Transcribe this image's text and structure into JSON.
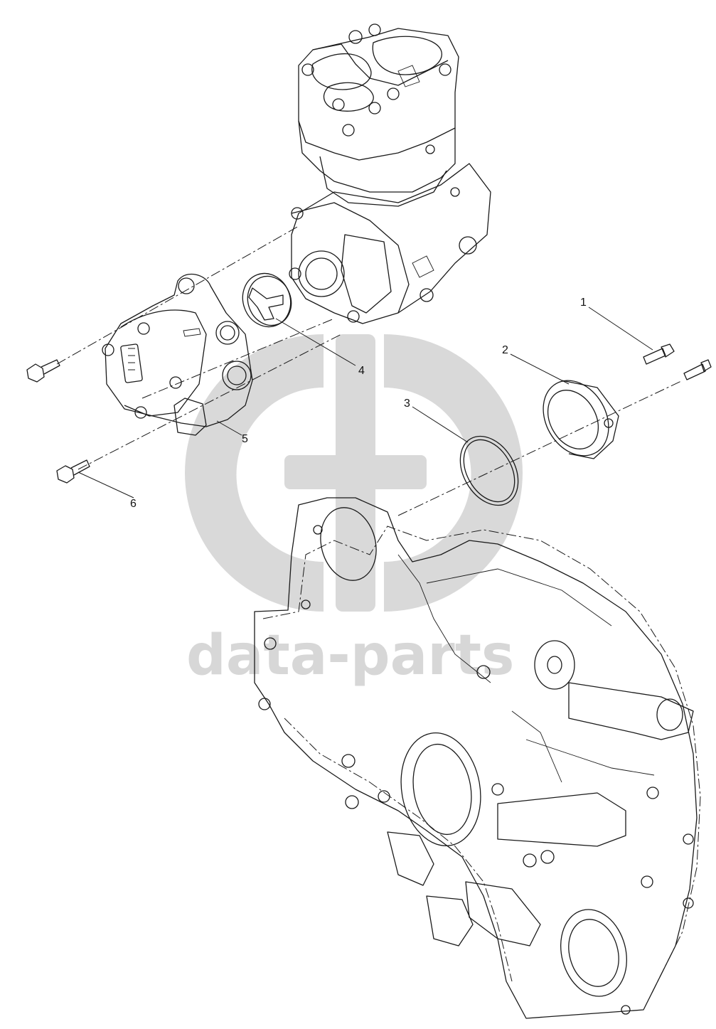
{
  "watermark": {
    "brand_text": "data-parts"
  },
  "callouts": [
    "1",
    "2",
    "3",
    "4",
    "5",
    "6"
  ],
  "colors": {
    "line": "#1a1a1a",
    "watermark": "#d9d9d9",
    "background": "#ffffff"
  }
}
